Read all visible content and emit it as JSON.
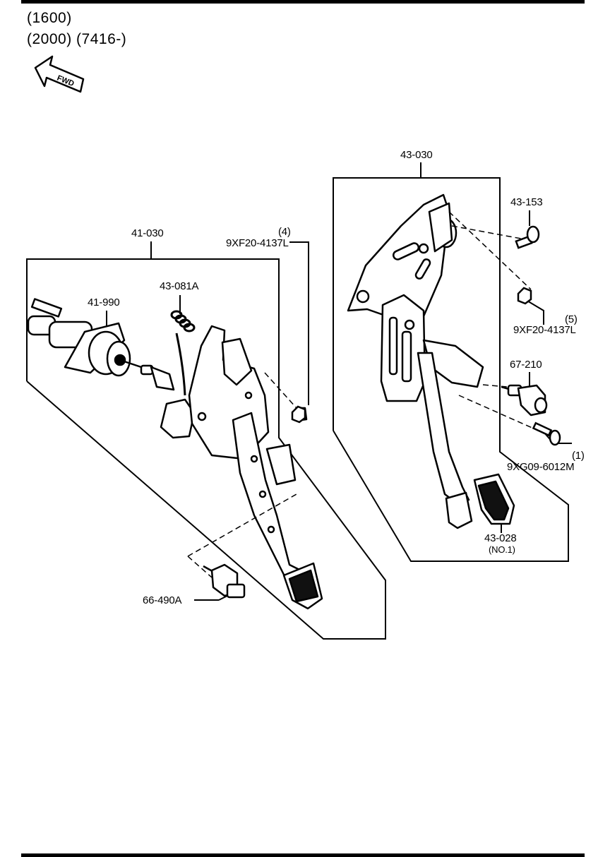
{
  "header": {
    "line1": "(1600)",
    "line2": "(2000) (7416-)",
    "fwd_label": "FWD"
  },
  "clutch_assembly": {
    "assembly_label": "41-030",
    "master_cylinder_label": "41-990",
    "spring_label": "43-081A",
    "nut_qty": "(4)",
    "nut_label": "9XF20-4137L",
    "switch_label": "66-490A"
  },
  "brake_assembly": {
    "assembly_label": "43-030",
    "bolt_label": "43-153",
    "nut_qty": "(5)",
    "nut_label": "9XF20-4137L",
    "switch_label": "67-210",
    "screw_qty": "(1)",
    "screw_label": "9XG09-6012M",
    "pad_label": "43-028",
    "pad_note": "(NO.1)"
  }
}
